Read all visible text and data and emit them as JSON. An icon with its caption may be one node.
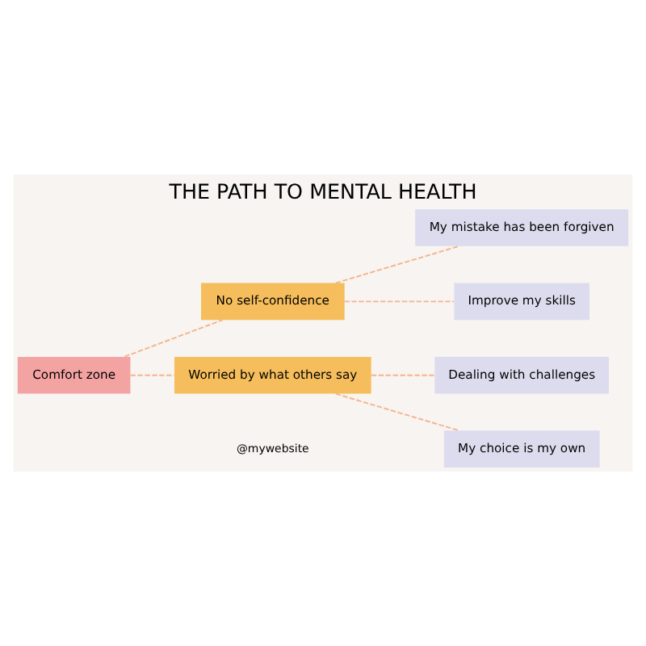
{
  "diagram": {
    "title": "THE PATH TO MENTAL HEALTH",
    "nodes": [
      {
        "text": [
          "Comfort zone"
        ]
      },
      {
        "text": [
          "No self-confidence"
        ]
      },
      {
        "text": [
          "Worried by what others say"
        ]
      },
      {
        "text": [
          "My mistake has been forgiven"
        ]
      },
      {
        "text": [
          "Improve my skills"
        ]
      },
      {
        "text": [
          "Dealing with challenges"
        ]
      },
      {
        "text": [
          "My choice is my own"
        ]
      }
    ],
    "edges": [
      {
        "from": 0,
        "to": 1,
        "arrow": "none",
        "style": "dashed"
      },
      {
        "from": 0,
        "to": 2,
        "arrow": "none",
        "style": "dashed"
      },
      {
        "from": 1,
        "to": 3,
        "arrow": "none",
        "style": "dashed"
      },
      {
        "from": 1,
        "to": 4,
        "arrow": "none",
        "style": "dashed"
      },
      {
        "from": 2,
        "to": 5,
        "arrow": "none",
        "style": "dashed"
      },
      {
        "from": 2,
        "to": 6,
        "arrow": "none",
        "style": "dashed"
      }
    ],
    "labels": [
      "@mywebsite"
    ]
  }
}
